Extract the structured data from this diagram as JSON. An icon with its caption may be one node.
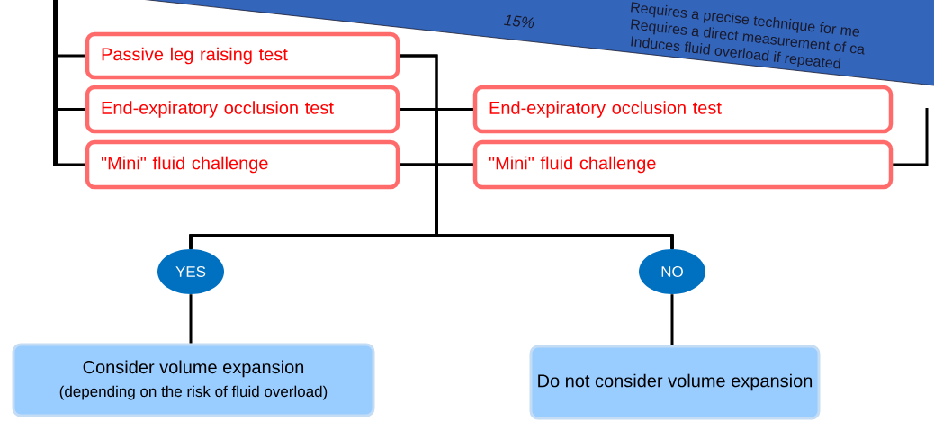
{
  "diagram": {
    "nodes": [
      {
        "text": [
          "Passive leg raising test"
        ]
      },
      {
        "text": [
          "End-expiratory occlusion test"
        ]
      },
      {
        "text": [
          "\"Mini\" fluid challenge"
        ]
      },
      {
        "text": [
          "End-expiratory occlusion test"
        ]
      },
      {
        "text": [
          "\"Mini\" fluid challenge"
        ]
      },
      {
        "text": [
          "YES"
        ]
      },
      {
        "text": [
          "NO"
        ]
      },
      {
        "text": [
          "Consider volume expansion",
          "(depending on the risk of fluid overload)"
        ]
      },
      {
        "text": [
          "Do not consider volume expansion"
        ]
      },
      {
        "text": [],
        "shape": "bar"
      }
    ],
    "edges": [
      {
        "from": 0,
        "to": 5,
        "arrow": "none"
      },
      {
        "from": 0,
        "to": 6,
        "arrow": "none"
      },
      {
        "from": 1,
        "to": 5,
        "arrow": "none"
      },
      {
        "from": 1,
        "to": 6,
        "arrow": "none"
      },
      {
        "from": 2,
        "to": 5,
        "arrow": "none"
      },
      {
        "from": 2,
        "to": 6,
        "arrow": "none"
      },
      {
        "from": 3,
        "to": 5,
        "arrow": "none"
      },
      {
        "from": 3,
        "to": 6,
        "arrow": "none"
      },
      {
        "from": 4,
        "to": 5,
        "arrow": "none"
      },
      {
        "from": 4,
        "to": 6,
        "arrow": "none"
      },
      {
        "from": 5,
        "to": 7,
        "arrow": "none"
      },
      {
        "from": 6,
        "to": 8,
        "arrow": "none"
      },
      {
        "from": 9,
        "to": 0,
        "arrow": "none"
      },
      {
        "from": 9,
        "to": 1,
        "arrow": "none"
      },
      {
        "from": 9,
        "to": 2,
        "arrow": "none"
      },
      {
        "from": 4,
        "to": null,
        "arrow": "none"
      }
    ],
    "labels": [
      "15%",
      "Requires a precise technique for me",
      "Requires a direct measurement of ca",
      "Induces fluid overload if repeated"
    ]
  }
}
